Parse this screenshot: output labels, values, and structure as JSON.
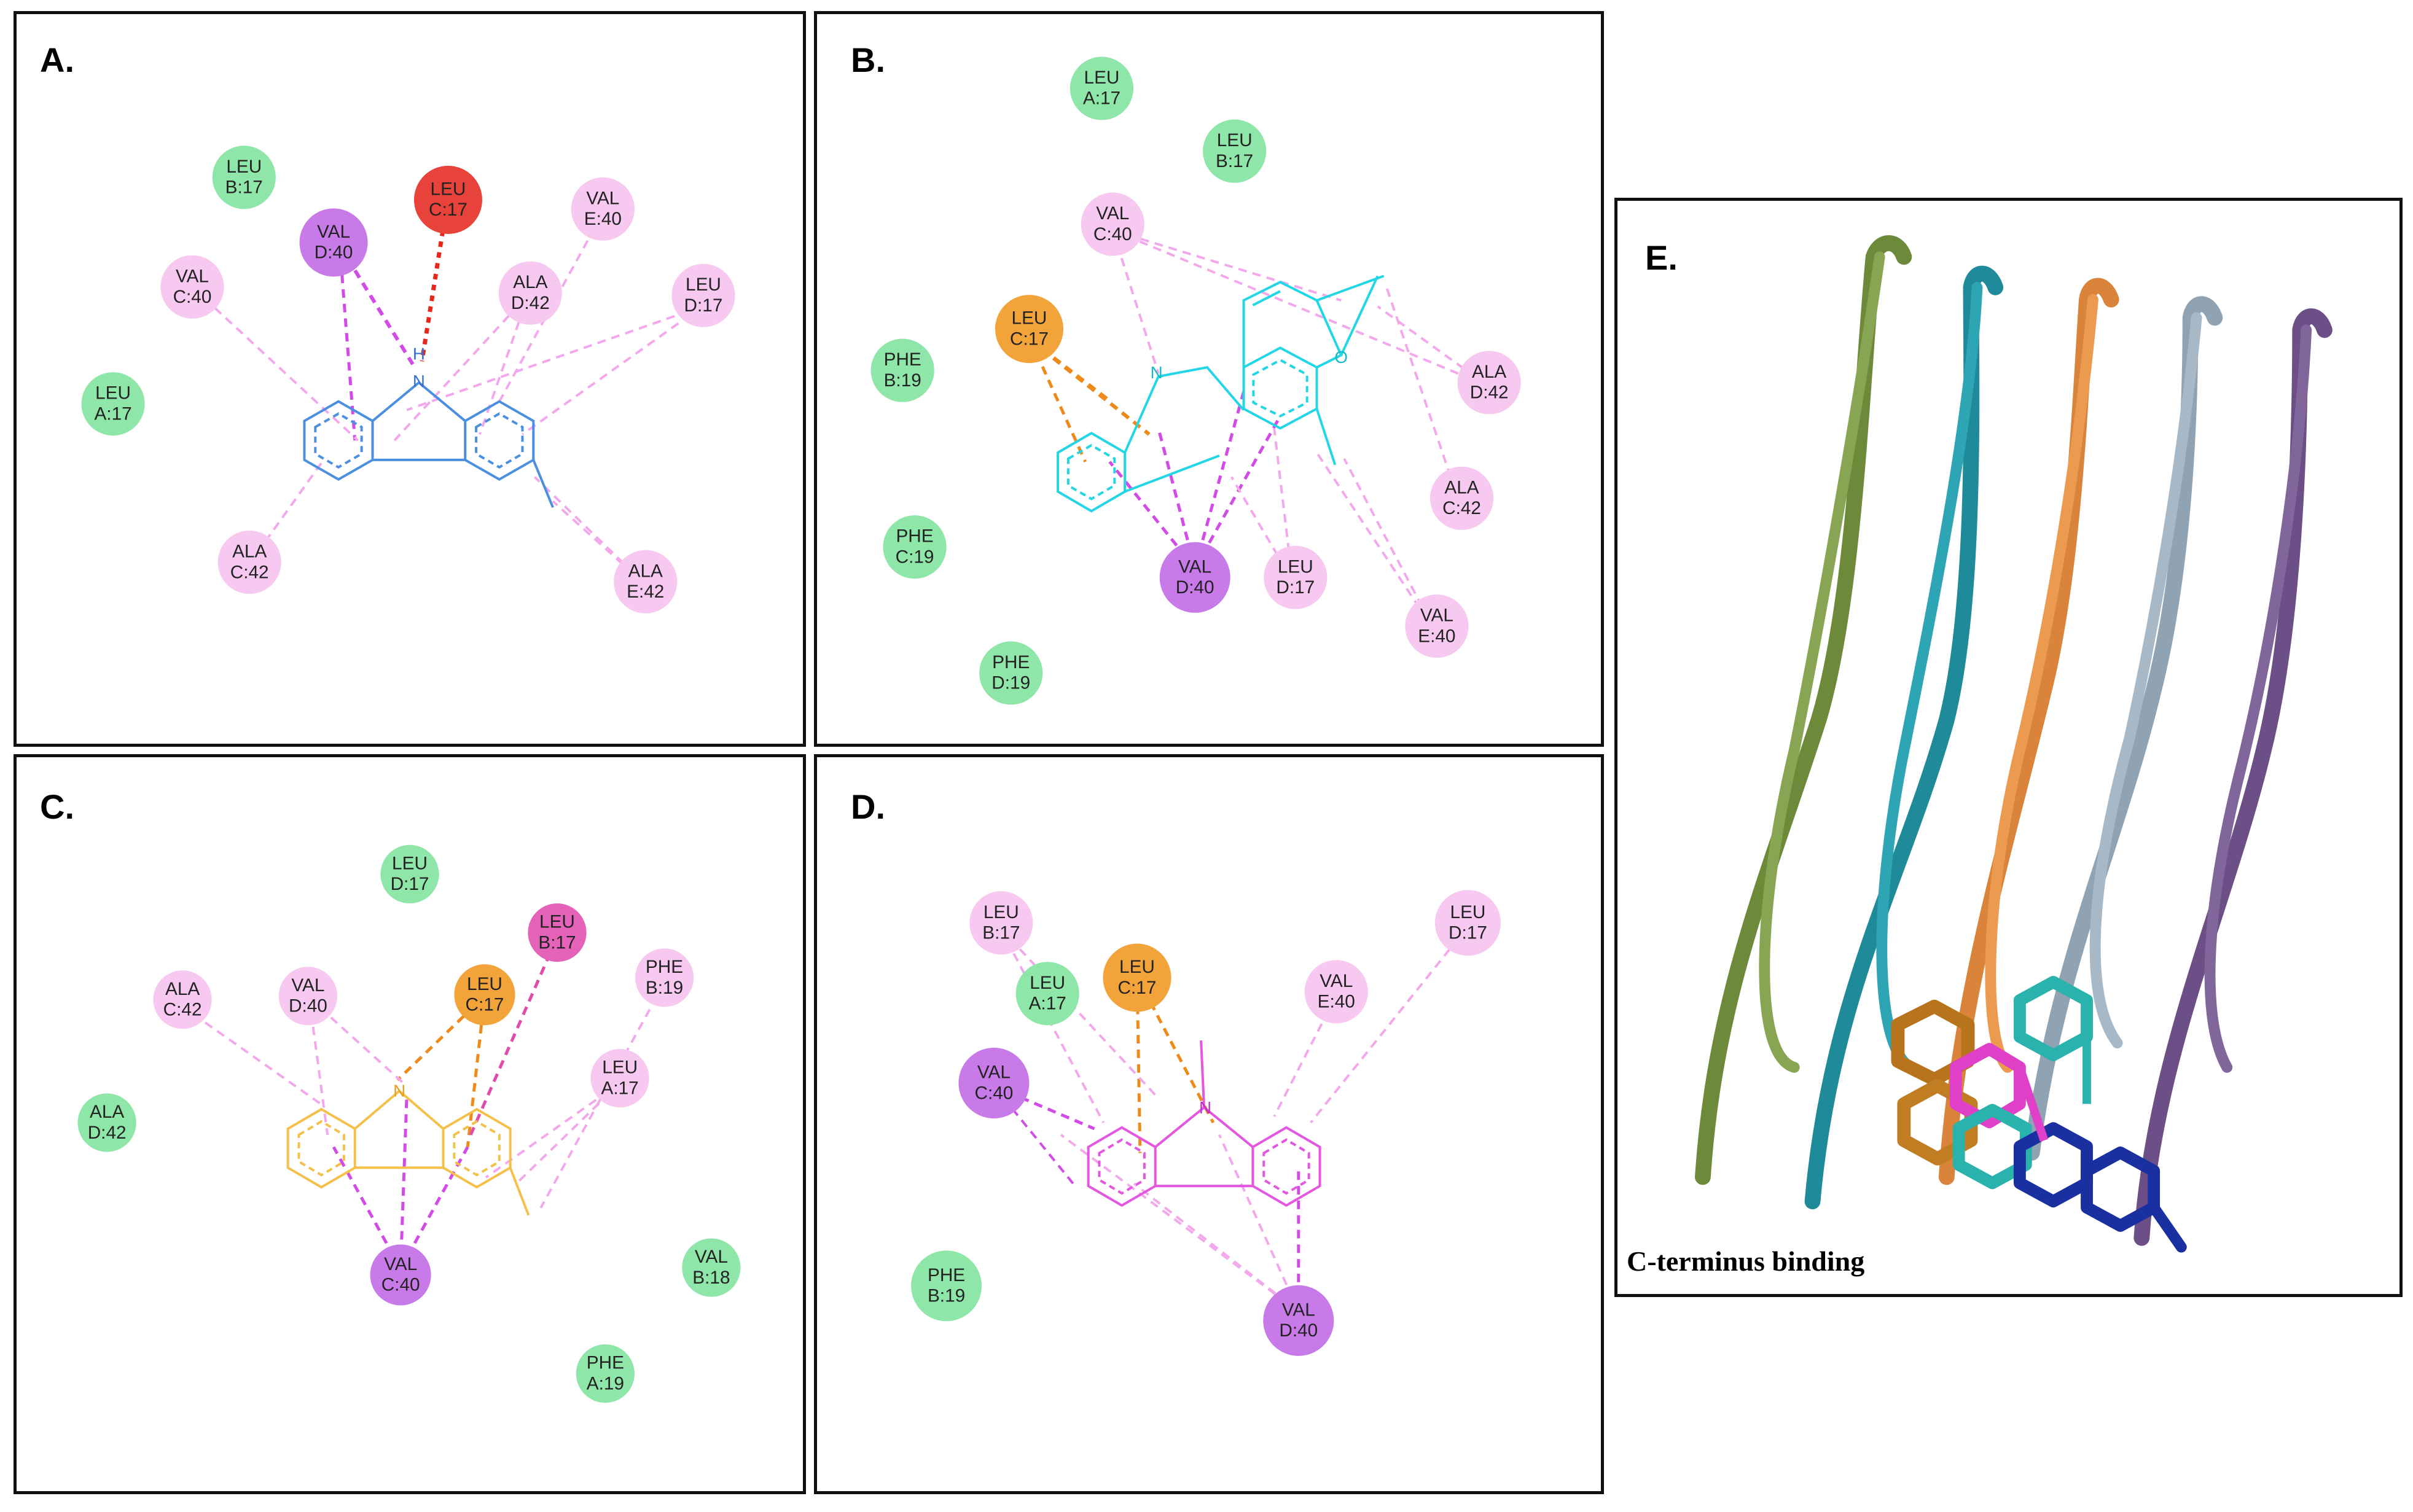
{
  "colors": {
    "vdw_green": "#8ee6a8",
    "alkyl_pink": "#f7c9f0",
    "pi_alkyl_purple": "#c77ae8",
    "unfavorable_red": "#e8433a",
    "pi_sigma_orange": "#f2a43a",
    "pi_pi_magenta": "#e463b8",
    "ligand_a": "#4a8fe0",
    "ligand_b": "#22d6e6",
    "ligand_c": "#f4c04a",
    "ligand_d": "#e455e0"
  },
  "panels": [
    {
      "id": "A",
      "label": "A.",
      "atom_label": "N",
      "h_label": "H",
      "residues": [
        {
          "id": "a-leu-b17",
          "line1": "LEU",
          "line2": "B:17",
          "type": "vdw"
        },
        {
          "id": "a-val-d40",
          "line1": "VAL",
          "line2": "D:40",
          "type": "pi_alkyl"
        },
        {
          "id": "a-leu-c17",
          "line1": "LEU",
          "line2": "C:17",
          "type": "unfavorable"
        },
        {
          "id": "a-val-e40",
          "line1": "VAL",
          "line2": "E:40",
          "type": "alkyl"
        },
        {
          "id": "a-val-c40",
          "line1": "VAL",
          "line2": "C:40",
          "type": "alkyl"
        },
        {
          "id": "a-ala-d42",
          "line1": "ALA",
          "line2": "D:42",
          "type": "alkyl"
        },
        {
          "id": "a-leu-d17",
          "line1": "LEU",
          "line2": "D:17",
          "type": "alkyl"
        },
        {
          "id": "a-leu-a17",
          "line1": "LEU",
          "line2": "A:17",
          "type": "vdw"
        },
        {
          "id": "a-ala-c42",
          "line1": "ALA",
          "line2": "C:42",
          "type": "alkyl"
        },
        {
          "id": "a-ala-e42",
          "line1": "ALA",
          "line2": "E:42",
          "type": "alkyl"
        }
      ]
    },
    {
      "id": "B",
      "label": "B.",
      "atom_label": "N",
      "o_label": "O",
      "residues": [
        {
          "id": "b-leu-a17",
          "line1": "LEU",
          "line2": "A:17",
          "type": "vdw"
        },
        {
          "id": "b-leu-b17",
          "line1": "LEU",
          "line2": "B:17",
          "type": "vdw"
        },
        {
          "id": "b-val-c40",
          "line1": "VAL",
          "line2": "C:40",
          "type": "alkyl"
        },
        {
          "id": "b-leu-c17",
          "line1": "LEU",
          "line2": "C:17",
          "type": "pi_sigma"
        },
        {
          "id": "b-phe-b19",
          "line1": "PHE",
          "line2": "B:19",
          "type": "vdw"
        },
        {
          "id": "b-ala-d42",
          "line1": "ALA",
          "line2": "D:42",
          "type": "alkyl"
        },
        {
          "id": "b-ala-c42",
          "line1": "ALA",
          "line2": "C:42",
          "type": "alkyl"
        },
        {
          "id": "b-phe-c19",
          "line1": "PHE",
          "line2": "C:19",
          "type": "vdw"
        },
        {
          "id": "b-val-d40",
          "line1": "VAL",
          "line2": "D:40",
          "type": "pi_alkyl"
        },
        {
          "id": "b-leu-d17",
          "line1": "LEU",
          "line2": "D:17",
          "type": "alkyl"
        },
        {
          "id": "b-val-e40",
          "line1": "VAL",
          "line2": "E:40",
          "type": "alkyl"
        },
        {
          "id": "b-phe-d19",
          "line1": "PHE",
          "line2": "D:19",
          "type": "vdw"
        }
      ]
    },
    {
      "id": "C",
      "label": "C.",
      "atom_label": "N",
      "residues": [
        {
          "id": "c-leu-d17",
          "line1": "LEU",
          "line2": "D:17",
          "type": "vdw"
        },
        {
          "id": "c-leu-b17",
          "line1": "LEU",
          "line2": "B:17",
          "type": "pi_pi"
        },
        {
          "id": "c-ala-c42",
          "line1": "ALA",
          "line2": "C:42",
          "type": "alkyl"
        },
        {
          "id": "c-val-d40",
          "line1": "VAL",
          "line2": "D:40",
          "type": "alkyl"
        },
        {
          "id": "c-leu-c17",
          "line1": "LEU",
          "line2": "C:17",
          "type": "pi_sigma"
        },
        {
          "id": "c-phe-b19",
          "line1": "PHE",
          "line2": "B:19",
          "type": "alkyl"
        },
        {
          "id": "c-leu-a17",
          "line1": "LEU",
          "line2": "A:17",
          "type": "alkyl"
        },
        {
          "id": "c-ala-d42",
          "line1": "ALA",
          "line2": "D:42",
          "type": "vdw"
        },
        {
          "id": "c-val-c40",
          "line1": "VAL",
          "line2": "C:40",
          "type": "pi_alkyl"
        },
        {
          "id": "c-val-b18",
          "line1": "VAL",
          "line2": "B:18",
          "type": "vdw"
        },
        {
          "id": "c-phe-a19",
          "line1": "PHE",
          "line2": "A:19",
          "type": "vdw"
        }
      ]
    },
    {
      "id": "D",
      "label": "D.",
      "atom_label": "N",
      "residues": [
        {
          "id": "d-leu-b17",
          "line1": "LEU",
          "line2": "B:17",
          "type": "alkyl"
        },
        {
          "id": "d-leu-c17",
          "line1": "LEU",
          "line2": "C:17",
          "type": "pi_sigma"
        },
        {
          "id": "d-leu-d17",
          "line1": "LEU",
          "line2": "D:17",
          "type": "alkyl"
        },
        {
          "id": "d-leu-a17",
          "line1": "LEU",
          "line2": "A:17",
          "type": "vdw"
        },
        {
          "id": "d-val-e40",
          "line1": "VAL",
          "line2": "E:40",
          "type": "alkyl"
        },
        {
          "id": "d-val-c40",
          "line1": "VAL",
          "line2": "C:40",
          "type": "pi_alkyl"
        },
        {
          "id": "d-phe-b19",
          "line1": "PHE",
          "line2": "B:19",
          "type": "vdw"
        },
        {
          "id": "d-val-d40",
          "line1": "VAL",
          "line2": "D:40",
          "type": "pi_alkyl"
        }
      ]
    },
    {
      "id": "E",
      "label": "E.",
      "caption": "C-terminus binding",
      "strand_colors": [
        "#6d8a3a",
        "#1f8a9a",
        "#d9843a",
        "#8fa3b3",
        "#6b4f86"
      ],
      "ligand_colors": [
        "#b8741c",
        "#e040c8",
        "#2ab2ac",
        "#1a2fa0"
      ]
    }
  ]
}
